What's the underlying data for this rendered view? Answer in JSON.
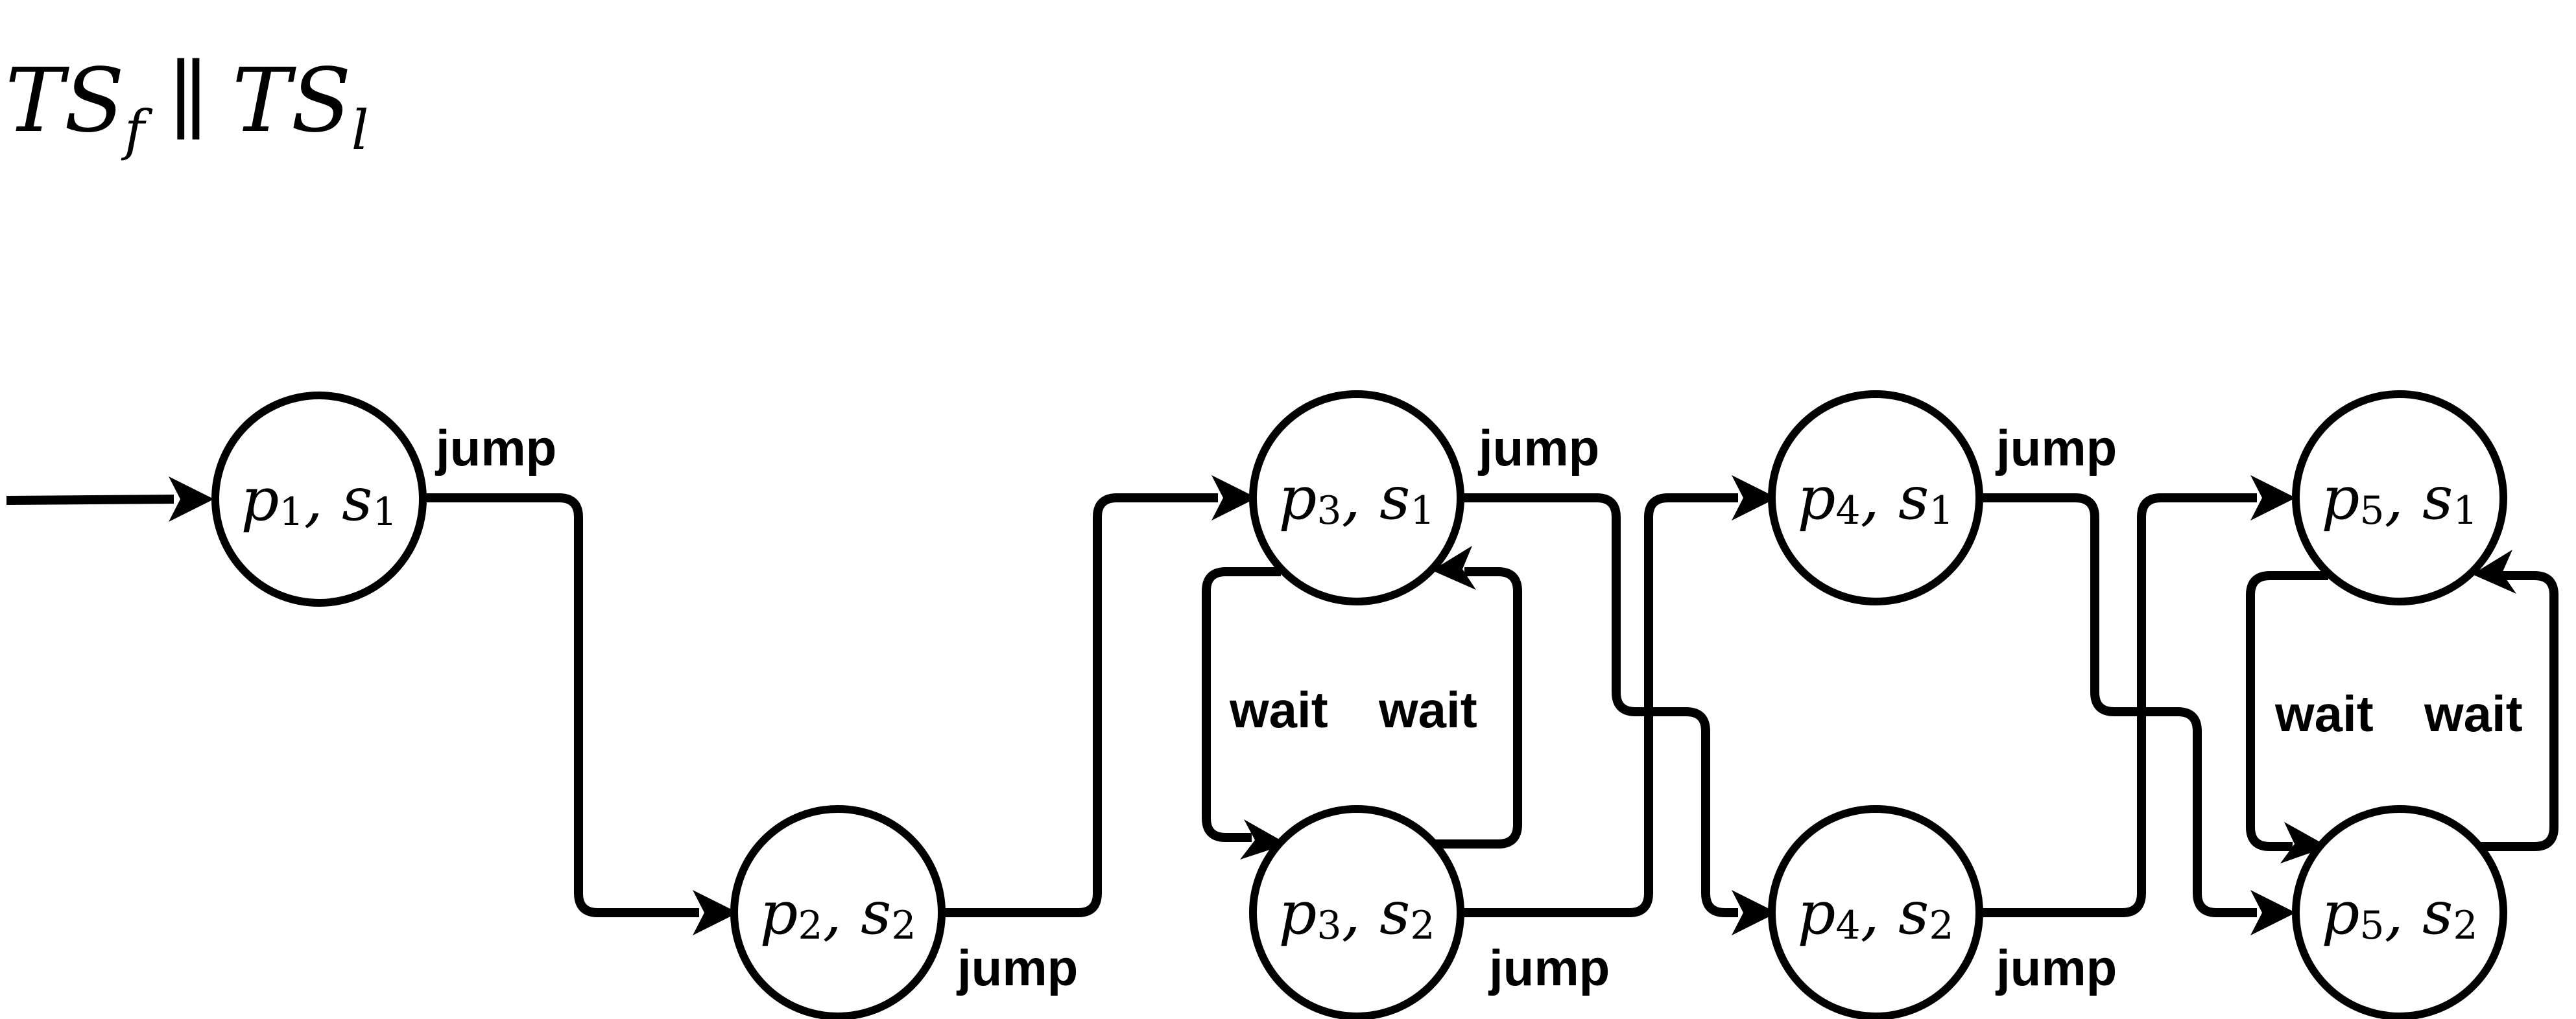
{
  "title": {
    "base1": "TS",
    "sub1": "f",
    "separator": "∥",
    "base2": "TS",
    "sub2": "l"
  },
  "nodes": [
    {
      "id": "p1s1",
      "p": "p",
      "p_sub": "1",
      "s": "s",
      "s_sub": "1"
    },
    {
      "id": "p2s2",
      "p": "p",
      "p_sub": "2",
      "s": "s",
      "s_sub": "2"
    },
    {
      "id": "p3s1",
      "p": "p",
      "p_sub": "3",
      "s": "s",
      "s_sub": "1"
    },
    {
      "id": "p3s2",
      "p": "p",
      "p_sub": "3",
      "s": "s",
      "s_sub": "2"
    },
    {
      "id": "p4s1",
      "p": "p",
      "p_sub": "4",
      "s": "s",
      "s_sub": "1"
    },
    {
      "id": "p4s2",
      "p": "p",
      "p_sub": "4",
      "s": "s",
      "s_sub": "2"
    },
    {
      "id": "p5s1",
      "p": "p",
      "p_sub": "5",
      "s": "s",
      "s_sub": "1"
    },
    {
      "id": "p5s2",
      "p": "p",
      "p_sub": "5",
      "s": "s",
      "s_sub": "2"
    }
  ],
  "edges": [
    {
      "from": "start",
      "to": "p1s1",
      "label": ""
    },
    {
      "from": "p1s1",
      "to": "p2s2",
      "label": "jump"
    },
    {
      "from": "p2s2",
      "to": "p3s1",
      "label": "jump"
    },
    {
      "from": "p3s1",
      "to": "p3s2",
      "label": "wait"
    },
    {
      "from": "p3s2",
      "to": "p3s1",
      "label": "wait"
    },
    {
      "from": "p3s1",
      "to": "p4s2",
      "label": "jump"
    },
    {
      "from": "p3s2",
      "to": "p4s1",
      "label": "jump"
    },
    {
      "from": "p4s1",
      "to": "p5s2",
      "label": "jump"
    },
    {
      "from": "p4s2",
      "to": "p5s1",
      "label": "jump"
    },
    {
      "from": "p5s1",
      "to": "p5s2",
      "label": "wait"
    },
    {
      "from": "p5s2",
      "to": "p5s1",
      "label": "wait"
    }
  ]
}
